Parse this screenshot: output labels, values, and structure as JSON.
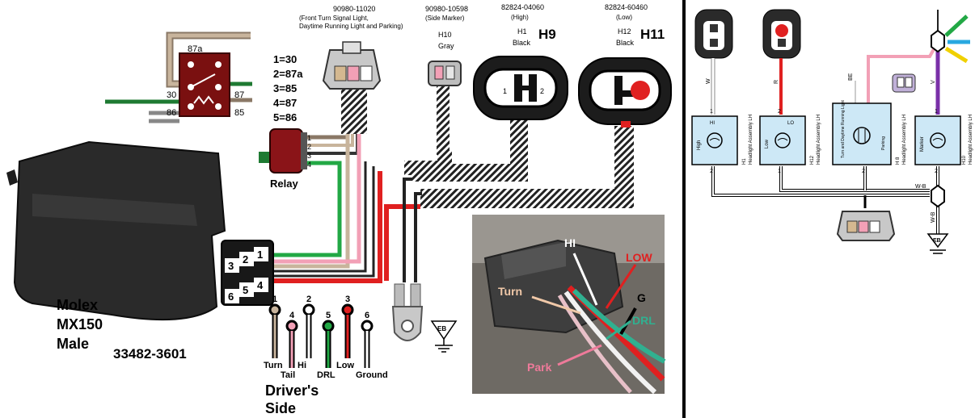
{
  "relay_symbol": {
    "pins": [
      "87a",
      "30",
      "87",
      "86",
      "85"
    ]
  },
  "pin_map": [
    "1=30",
    "2=87a",
    "3=85",
    "4=87",
    "5=86"
  ],
  "relay": {
    "label": "Relay",
    "pins": [
      "1",
      "2",
      "3",
      "4"
    ]
  },
  "front_turn_connector": {
    "part": "90980-11020",
    "desc_line1": "(Front Turn Signal Light,",
    "desc_line2": "Daytime Running Light and Parking)"
  },
  "side_marker_connector": {
    "part": "90980-10598",
    "desc": "(Side Marker)",
    "code": "H10",
    "color": "Gray"
  },
  "high_connector": {
    "part": "82824-04060",
    "desc": "(High)",
    "code": "H1",
    "color": "Black",
    "bulb": "H9"
  },
  "low_connector": {
    "part": "82824-60460",
    "desc": "(Low)",
    "code": "H12",
    "color": "Black",
    "bulb": "H11"
  },
  "molex": {
    "line1": "Molex",
    "line2": "MX150",
    "line3": "Male",
    "part": "33482-3601",
    "pins_top": [
      "3",
      "2",
      "1"
    ],
    "pins_bottom": [
      "6",
      "5",
      "4"
    ]
  },
  "pinout": {
    "numbers": [
      "1",
      "4",
      "2",
      "5",
      "3",
      "6"
    ],
    "labels": [
      "Turn",
      "Tail",
      "Hi",
      "DRL",
      "Low",
      "Ground"
    ],
    "colors": [
      "#c8b49c",
      "#f2a0b6",
      "#ffffff",
      "#22a845",
      "#e02020",
      "#ffffff"
    ]
  },
  "drivers_side_line1": "Driver's",
  "drivers_side_line2": "Side",
  "ground_label": "EB",
  "photo": {
    "labels": [
      "HI",
      "LOW",
      "Turn",
      "G",
      "DRL",
      "Park"
    ]
  },
  "schematic": {
    "wire_codes": [
      "W",
      "R",
      "BE",
      "V",
      "W-B",
      "W-B"
    ],
    "pin_numbers": [
      "1",
      "2",
      "2",
      "1",
      "2",
      "B",
      "B",
      "E",
      "1",
      "2"
    ],
    "blocks": [
      {
        "title": "H1",
        "desc": "Headlight Assembly LH",
        "inner": "High",
        "lamp": "HI"
      },
      {
        "title": "H12",
        "desc": "Headlight Assembly LH",
        "inner": "Low",
        "lamp": "LO"
      },
      {
        "title": "H 8",
        "desc": "Headlight Assembly LH",
        "inner": "Turn and Daytime Running Light",
        "lamp": "Parking"
      },
      {
        "title": "H10",
        "desc": "Headlight Assembly LH",
        "inner": "Marker",
        "lamp": ""
      }
    ],
    "ground": "EB",
    "tap_wire_colors": [
      "#22a845",
      "#29a8e0",
      "#f0d000"
    ]
  }
}
